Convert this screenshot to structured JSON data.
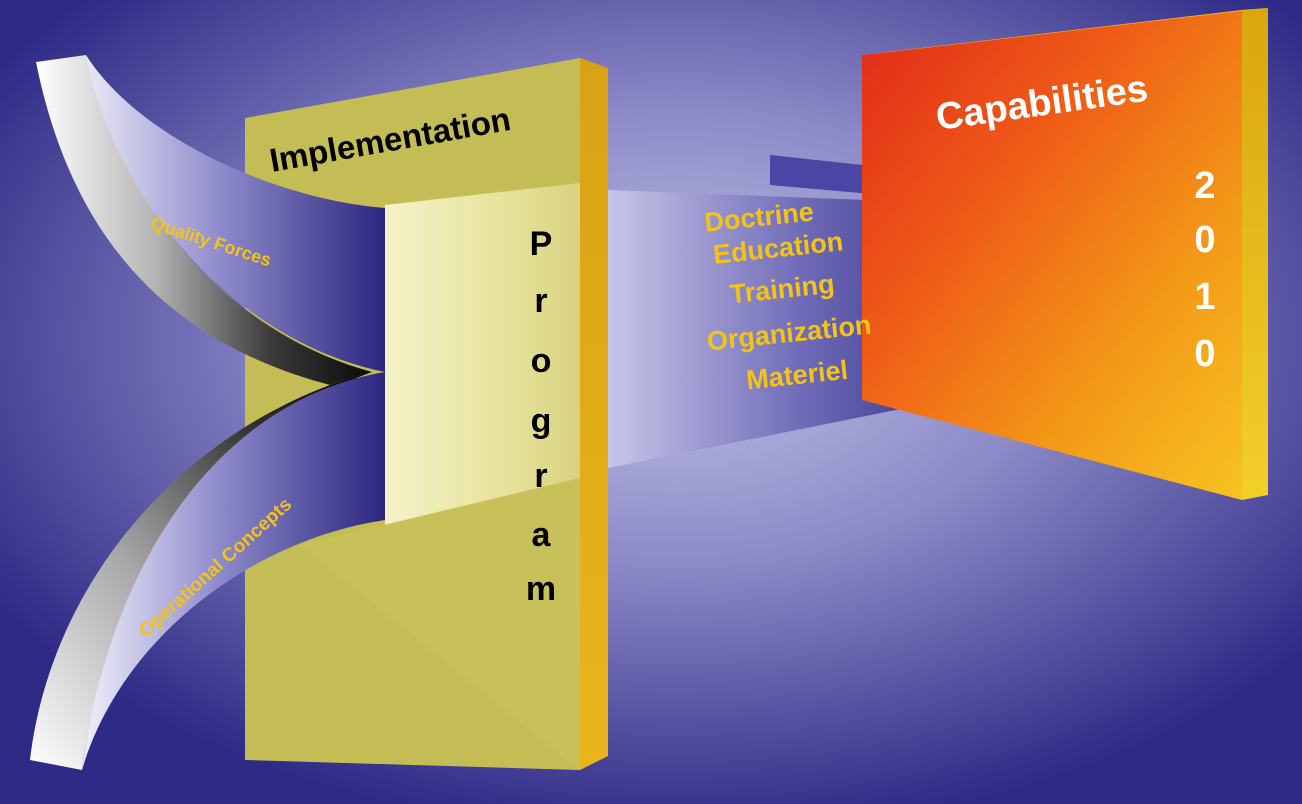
{
  "labels": {
    "implementation": "Implementation",
    "program_letters": [
      "P",
      "r",
      "o",
      "g",
      "r",
      "a",
      "m"
    ],
    "capabilities": "Capabilities",
    "year_digits": [
      "2",
      "0",
      "1",
      "0"
    ],
    "quality_forces": "Quality Forces",
    "operational_concepts": "Operational Concepts",
    "outputs": [
      "Doctrine",
      "Education",
      "Training",
      "Organization",
      "Materiel"
    ]
  },
  "colors": {
    "background_dark": "#2e2a86",
    "background_light": "#bcbde2",
    "gold_text": "#f2c319",
    "panel_yellow": "#c9c15a",
    "capabilities_red": "#e0281a",
    "capabilities_orange": "#f39a17",
    "black_text": "#000000",
    "white_text": "#ffffff"
  }
}
